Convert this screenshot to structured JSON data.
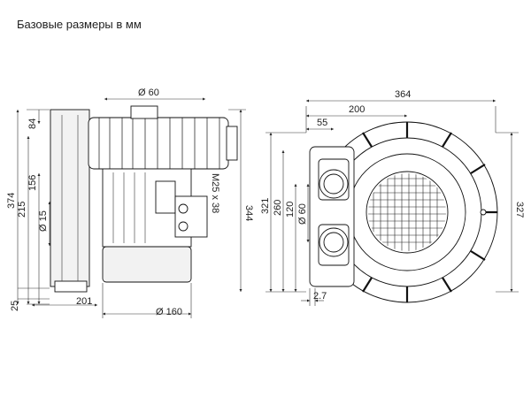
{
  "title": "Базовые размеры в мм",
  "side_view": {
    "dims": {
      "d60": "Ø 60",
      "h84": "84",
      "h156": "156",
      "h215": "215",
      "h374": "374",
      "d15": "Ø 15",
      "h344": "344",
      "m25": "M25 x 38",
      "h25": "25",
      "w201": "201",
      "d160": "Ø 160"
    }
  },
  "front_view": {
    "dims": {
      "w364": "364",
      "w200": "200",
      "w55": "55",
      "h120": "120",
      "h260": "260",
      "h321": "321",
      "d60": "Ø 60",
      "h327": "327",
      "w2_7": "2.7"
    }
  }
}
